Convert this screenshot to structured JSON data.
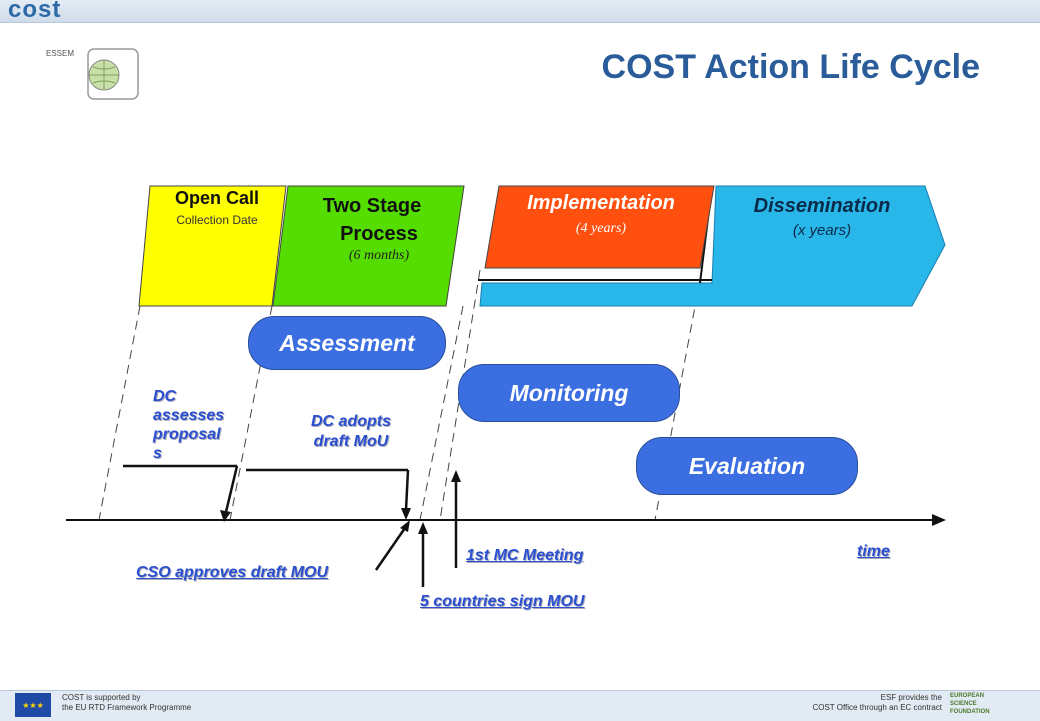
{
  "header": {
    "logo": "cost",
    "essem_label": "ESSEM"
  },
  "title": "COST Action Life Cycle",
  "phases": {
    "open_call": {
      "title": "Open Call",
      "subtitle": "Collection Date",
      "color": "#ffff00"
    },
    "two_stage": {
      "title_line1": "Two Stage",
      "title_line2": "Process",
      "subtitle": "(6 months)",
      "color": "#55dd00"
    },
    "implementation": {
      "title": "Implementation",
      "subtitle": "(4 years)",
      "color": "#ff5010"
    },
    "dissemination": {
      "title": "Dissemination",
      "subtitle": "(x years)",
      "color": "#29b6e8"
    }
  },
  "activities": {
    "assessment": "Assessment",
    "monitoring": "Monitoring",
    "evaluation": "Evaluation",
    "color": "#3b6ee0"
  },
  "annotations": {
    "dc_assesses": [
      "DC",
      "assesses",
      "proposal",
      "s"
    ],
    "dc_adopts": [
      "DC adopts",
      "draft MoU"
    ],
    "cso_approves": "CSO approves draft MOU",
    "countries_sign": "5 countries sign MOU",
    "first_mc": "1st MC Meeting",
    "time": "time"
  },
  "footer": {
    "left_line1": "COST is supported by",
    "left_line2": "the EU RTD Framework Programme",
    "right_line1": "ESF provides the",
    "right_line2": "COST Office through an EC contract",
    "esf_logo_line1": "EUROPEAN",
    "esf_logo_line2": "SCIENCE",
    "esf_logo_line3": "FOUNDATION"
  }
}
